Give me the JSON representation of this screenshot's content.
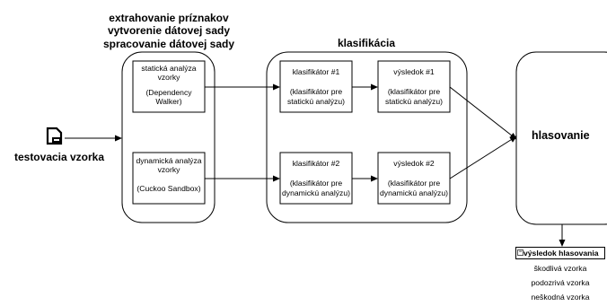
{
  "sample": {
    "label": "testovacia vzorka",
    "icon": "document-icon"
  },
  "extraction": {
    "heading_lines": [
      "extrahovanie príznakov",
      "vytvorenie dátovej sady",
      "spracovanie dátovej sady"
    ],
    "static_box": {
      "line1": "statická analýza",
      "line2": "vzorky",
      "line3": "(Dependency",
      "line4": "Walker)"
    },
    "dynamic_box": {
      "line1": "dynamická analýza",
      "line2": "vzorky",
      "line3": "(Cuckoo Sandbox)"
    }
  },
  "classification": {
    "heading": "klasifikácia",
    "classifier1": {
      "title": "klasifikátor #1",
      "desc1": "(klasifikátor pre",
      "desc2": "statickú analýzu)"
    },
    "result1": {
      "title": "výsledok #1",
      "desc1": "(klasifikátor pre",
      "desc2": "statickú analýzu)"
    },
    "classifier2": {
      "title": "klasifikátor #2",
      "desc1": "(klasifikátor pre",
      "desc2": "dynamickú analýzu)"
    },
    "result2": {
      "title": "výsledok #2",
      "desc1": "(klasifikátor pre",
      "desc2": "dynamickú analýzu)"
    }
  },
  "voting": {
    "label": "hlasovanie"
  },
  "voting_result": {
    "header": "výsledok hlasovania",
    "items": [
      "škodlivá vzorka",
      "podozrivá vzorka",
      "neškodná vzorka"
    ]
  }
}
